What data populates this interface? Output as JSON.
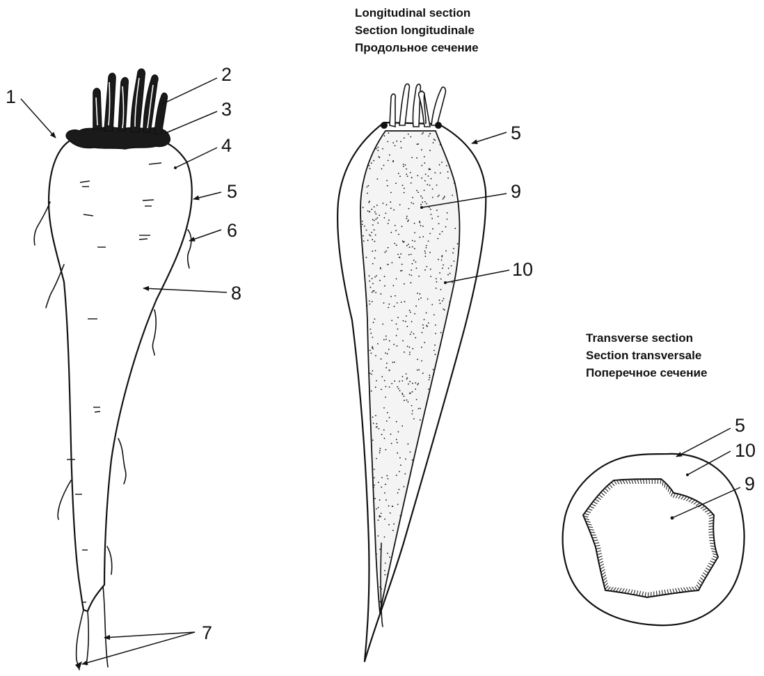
{
  "headings": {
    "longitudinal": [
      "Longitudinal section",
      "Section longitudinale",
      "Продольное сечение"
    ],
    "transverse": [
      "Transverse section",
      "Section transversale",
      "Поперечное сечение"
    ]
  },
  "labels": {
    "l1": "1",
    "l2": "2",
    "l3": "3",
    "l4": "4",
    "l5a": "5",
    "l6": "6",
    "l7": "7",
    "l8": "8",
    "l5b": "5",
    "l9a": "9",
    "l10a": "10",
    "l5c": "5",
    "l10b": "10",
    "l9b": "9"
  }
}
